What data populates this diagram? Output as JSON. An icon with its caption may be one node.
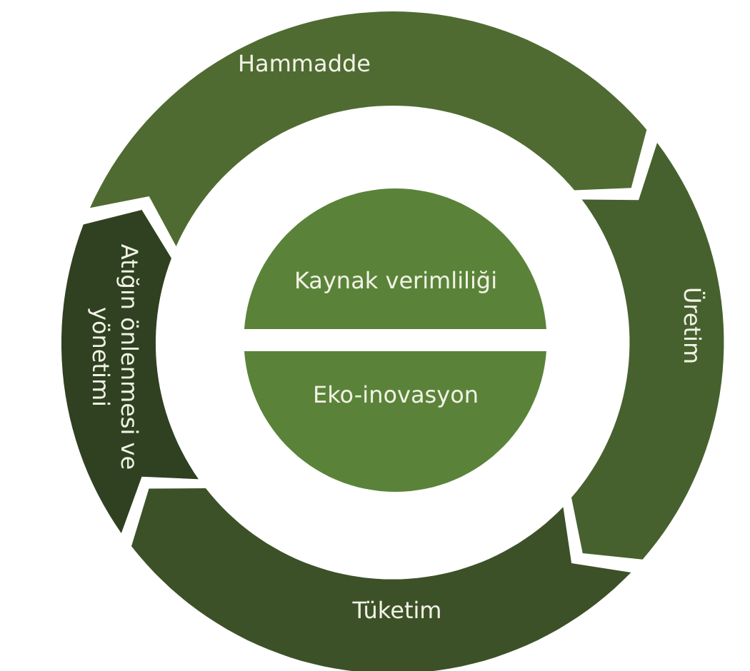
{
  "diagram": {
    "nodes": [
      {
        "text": [
          "Hammadde"
        ]
      },
      {
        "text": [
          "Üretim"
        ]
      },
      {
        "text": [
          "Tüketim"
        ]
      },
      {
        "text": [
          "Atığın önlenmesi ve yönetimi"
        ]
      },
      {
        "text": [
          "Kaynak verimliliği"
        ]
      },
      {
        "text": [
          "Eko-inovasyon"
        ]
      }
    ]
  }
}
